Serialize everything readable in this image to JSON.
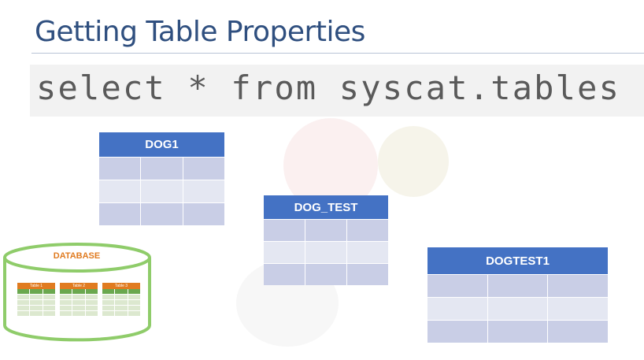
{
  "slide": {
    "title": "Getting Table Properties",
    "query": "select * from syscat.tables"
  },
  "tables": [
    {
      "name": "DOG1",
      "rows": 3,
      "cols": 3
    },
    {
      "name": "DOG_TEST",
      "rows": 3,
      "cols": 3
    },
    {
      "name": "DOGTEST1",
      "rows": 3,
      "cols": 3
    }
  ],
  "database": {
    "label": "DATABASE",
    "tables": [
      "Table 1",
      "Table 2",
      "Table 3"
    ]
  },
  "colors": {
    "title": "#2f4f7f",
    "table_header": "#4472c4",
    "table_cell": "#c9cee6",
    "database_outline": "#8fcc6a",
    "database_label": "#e07b20"
  }
}
